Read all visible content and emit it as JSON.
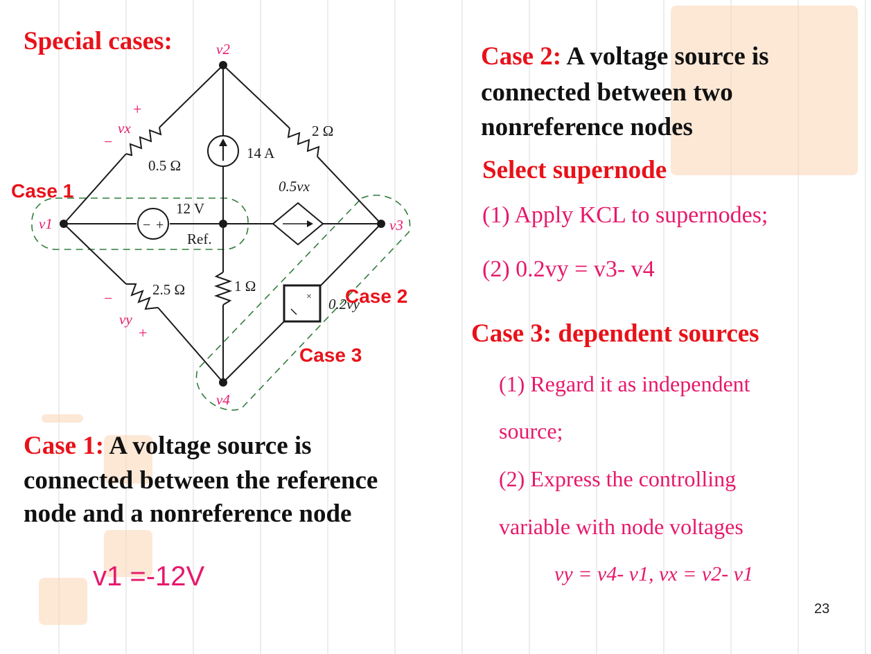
{
  "slide": {
    "title": "Special cases:",
    "page_number": "23"
  },
  "circuit": {
    "node_v1": "v1",
    "node_v2": "v2",
    "node_v3": "v3",
    "node_v4": "v4",
    "vx_label": "vx",
    "vy_label": "vy",
    "r_top_left": "0.5 Ω",
    "r_top_right": "2 Ω",
    "r_bottom_left": "2.5 Ω",
    "r_middle": "1 Ω",
    "current_source": "14 A",
    "voltage_source": "12 V",
    "dep_current": "0.5vx",
    "dep_voltage": "0.2vy",
    "ref": "Ref.",
    "plus": "+",
    "minus": "−",
    "vs_minus": "−",
    "vs_plus": "+",
    "case1_tag": "Case 1",
    "case2_tag": "Case 2",
    "case3_tag": "Case 3"
  },
  "case1": {
    "label": "Case 1:",
    "text_line1": " A voltage source is",
    "text_line2": "connected between the reference",
    "text_line3": "node and a nonreference node",
    "equation": "v1 =-12V"
  },
  "case2": {
    "label": "Case 2:",
    "text_line1": " A voltage source is",
    "text_line2": "connected between two",
    "text_line3": "nonreference nodes",
    "subtitle": "Select supernode",
    "step1": "(1) Apply KCL to supernodes;",
    "step2": "(2) 0.2vy = v3- v4"
  },
  "case3": {
    "heading": "Case 3: dependent sources",
    "step1_line1": "(1) Regard it as independent",
    "step1_line2": "source;",
    "step2_line1": "(2) Express the controlling",
    "step2_line2": "variable with node voltages",
    "equation": "vy = v4- v1, vx = v2- v1"
  },
  "colors": {
    "red": "#e8121a",
    "pink": "#e6196b",
    "green_dashed": "#2f7d3a"
  }
}
